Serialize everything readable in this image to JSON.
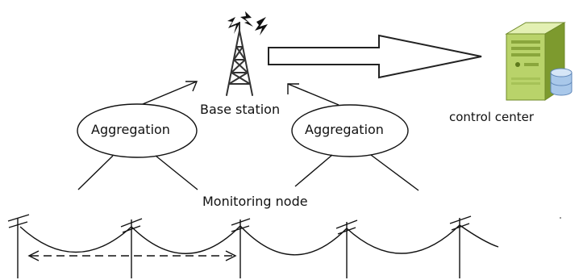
{
  "labels": {
    "base_station": "Base station",
    "control_center": "control center",
    "aggregation_left": "Aggregation",
    "aggregation_right": "Aggregation",
    "monitoring_node": "Monitoring node"
  },
  "colors": {
    "line": "#111111",
    "tower": "#333333",
    "server_body": "#b9d36a",
    "server_dark": "#7d9a2e",
    "database": "#a9c8ea"
  },
  "icons": {
    "tower": "radio-tower-icon",
    "server": "server-icon",
    "database": "database-icon"
  }
}
